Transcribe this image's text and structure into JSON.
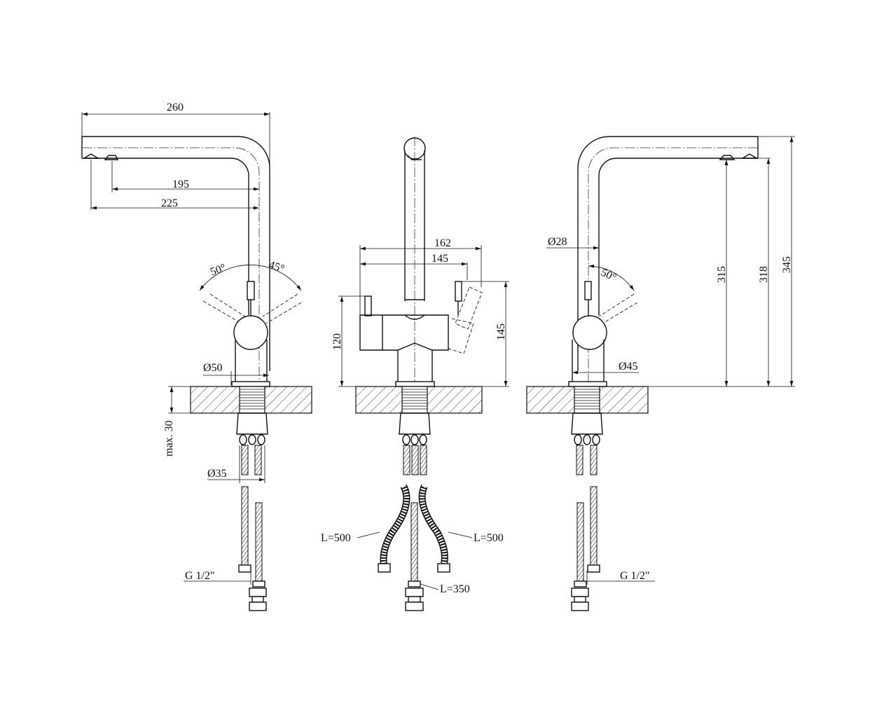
{
  "drawing": {
    "left_view": {
      "width_total": "260",
      "dim_outlet_1": "195",
      "dim_outlet_2": "225",
      "angle_left": "50°",
      "angle_right": "45°",
      "base_diameter": "Ø50",
      "max_counter_thickness": "max. 30",
      "shank_diameter": "Ø35",
      "thread_label": "G 1/2\""
    },
    "front_view": {
      "handles_width_outer": "162",
      "handles_width_inner": "145",
      "left_handle_height": "120",
      "right_handle_height": "145",
      "hose_left": "L=500",
      "hose_right": "L=500",
      "hose_center": "L=350"
    },
    "right_view": {
      "tube_diameter": "Ø28",
      "angle": "50°",
      "body_diameter": "Ø45",
      "height_outlet_1": "315",
      "height_outlet_2": "318",
      "height_total": "345",
      "thread_label": "G 1/2\""
    }
  }
}
